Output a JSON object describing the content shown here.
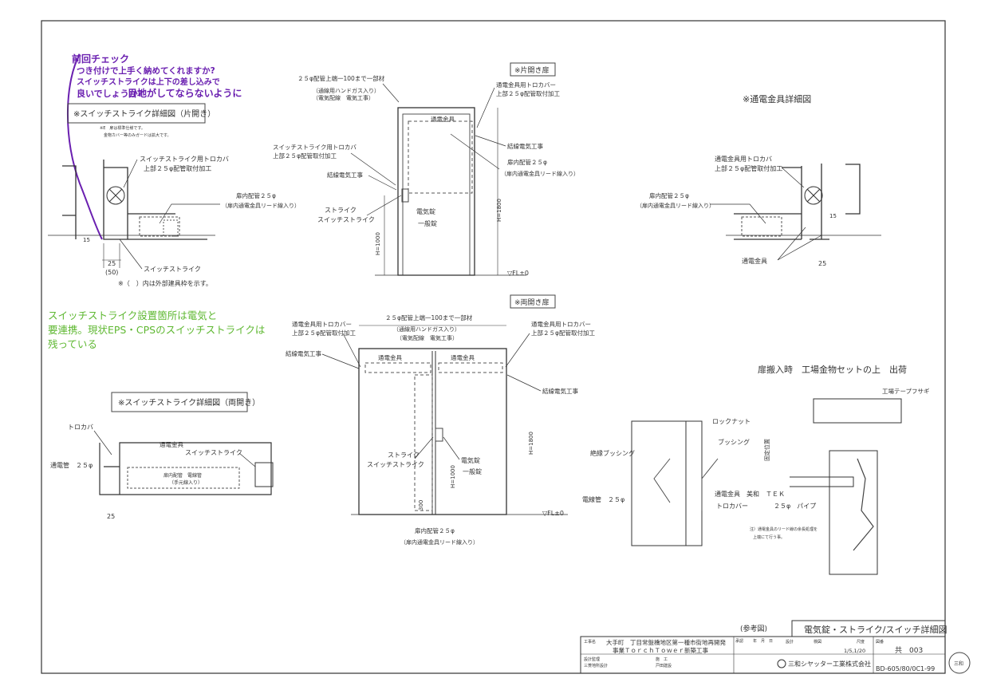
{
  "handwritten_note": {
    "lines": [
      "前回チェック",
      "つき付けで上手く納めてくれますか?",
      "スイッチストライクは上下の差し込みで",
      "良いでしょうか?",
      "目地がしてならないように"
    ],
    "color": "#6a1fb0"
  },
  "green_note": {
    "lines": [
      "スイッチストライク設置箇所は電気と",
      "要連携。現状EPS・CPSのスイッチストライクは",
      "残っている"
    ],
    "color": "#5fb832"
  },
  "details": {
    "switch_single": {
      "title": "※スイッチストライク詳細図（片開き）",
      "note1": "※E　扉は標準仕様です。",
      "note2": "　金物カバー等のみガードは拡大です。",
      "cover": "スイッチストライク用トロカバ",
      "cover_sub": "上部２５φ配管取付加工",
      "pipe": "扉内配管２５φ",
      "pipe_sub": "（扉内通電金具リード線入り）",
      "strike": "スイッチストライク",
      "dim_25": "25",
      "dim_50": "(50)",
      "dim_v": "15",
      "footnote": "※（　）内は外部建具枠を示す。"
    },
    "single_door": {
      "title": "※片開き扉",
      "top_pipe": "２５φ配管上端一100まで一部材",
      "top_pipe_sub1": "（通線用ハンドガス入り）",
      "top_pipe_sub2": "（電気配線　電気工事）",
      "cover": "通電金具用トロカバー",
      "cover_sub": "上部２５φ配管取付加工",
      "tsuden": "通電金具",
      "wiring": "結線電気工事",
      "pipe": "扉内配管２５φ",
      "pipe_sub": "（扉内通電金具リード線入り）",
      "ss_cover": "スイッチストライク用トロカバ",
      "ss_cover_sub": "上部２５φ配管取付加工",
      "wiring_left": "結線電気工事",
      "strike": "ストライク",
      "switch_strike": "スイッチストライク",
      "lock": "電気錠",
      "lock_sub": "一般錠",
      "h_label": "H=1800",
      "h2_label": "H=1000",
      "fl": "▽FL±0"
    },
    "tsuden_detail": {
      "title": "※通電金具詳細図",
      "cover": "通電金具用トロカバ",
      "cover_sub": "上部２５φ配管取付加工",
      "pipe": "扉内配管２５φ",
      "pipe_sub": "（扉内通電金具リード線入り）",
      "tsuden": "通電金具",
      "dim_25": "25",
      "dim_v": "15"
    },
    "double_door": {
      "title": "※両開き扉",
      "top_pipe": "２５φ配管上端一100まで一部材",
      "top_pipe_sub1": "（通線用ハンドガス入り）",
      "top_pipe_sub2": "（電気配線　電気工事）",
      "cover_left": "通電金具用トロカバー",
      "cover_left_sub": "上部２５φ配管取付加工",
      "cover_right": "通電金具用トロカバー",
      "cover_right_sub": "上部２５φ配管取付加工",
      "wiring_left": "結線電気工事",
      "wiring_right": "結線電気工事",
      "tsuden_left": "通電金具",
      "tsuden_right": "通電金具",
      "strike": "ストライク",
      "switch_strike": "スイッチストライク",
      "lock": "電気錠",
      "lock_sub": "一般錠",
      "h_label": "H=1800",
      "h2_label": "H=1000",
      "dim_300": "300",
      "fl": "▽FL±0",
      "bottom_pipe": "扉内配管２５φ",
      "bottom_pipe_sub": "（扉内通電金具リード線入り）"
    },
    "switch_double": {
      "title": "※スイッチストライク詳細図（両開き）",
      "cover": "トロカバ",
      "tsuden": "通電金具",
      "pipe": "通電管　２５φ",
      "inner": "扉内配管　電線管",
      "inner_sub": "（手元線入り）",
      "switch_strike": "スイッチストライク",
      "dim_25": "25"
    },
    "factory": {
      "title": "扉搬入時　工場金物セットの上　出荷",
      "lock_nut": "ロックナット",
      "bushing": "ブッシング",
      "insul_bushing": "絶縁ブッシング",
      "conduit": "電線管　２５φ",
      "tsuden": "通電金具　美和　ＴＥＫ",
      "pipe": "２５φ　パイプ",
      "cover": "トロカバー",
      "tape": "工場テープフサギ",
      "fix_pos": "固定位置",
      "note": "注）通電金具のリード線の余長処理を",
      "note2": "上端にて行う事。"
    }
  },
  "title_block": {
    "reference": "(参考図)",
    "drawing_title": "電気錠・ストライク/スイッチ詳細図",
    "project_label": "工事名",
    "project_line1": "大手町　丁目常盤橋地区第一種市街地再開発",
    "project_line2": "事業ＴｏｒｃｈＴｏｗｅｒ新築工事",
    "architect_label": "設計監理",
    "architect": "三菱地所設計",
    "contractor_label": "施　工",
    "contractor": "戸田建設",
    "date_label": "年　月　日",
    "approve_label": "承認",
    "design_label": "設計",
    "check_label": "検図",
    "scale_label": "尺度",
    "scale_value": "1/5,1/20",
    "sheet_label": "図番",
    "sheet_value": "共　003",
    "company": "三和シヤッター工業株式会社",
    "drawing_number": "BD-605/80/0C1-99",
    "stamp_text": "三和"
  }
}
